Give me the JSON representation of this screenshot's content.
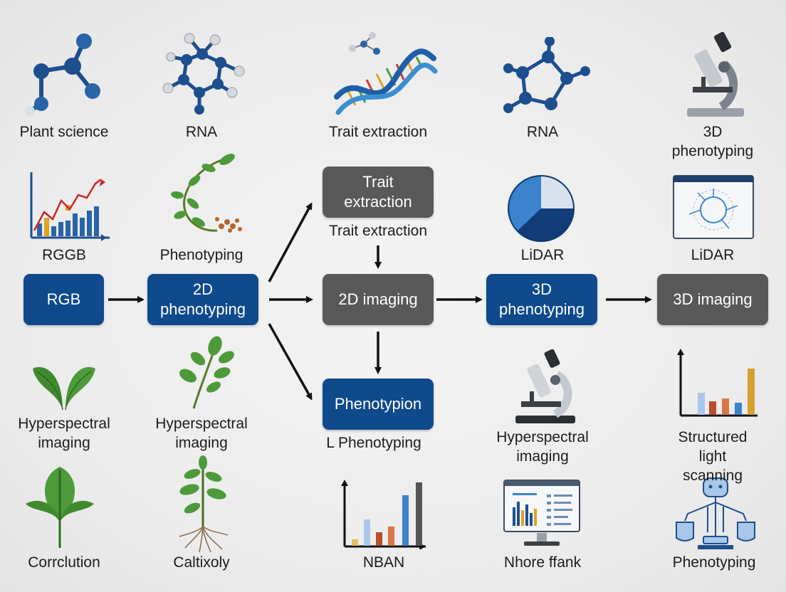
{
  "row1_labels": [
    "Plant science",
    "RNA",
    "Trait extraction",
    "RNA",
    "3D phenotyping"
  ],
  "row2_labels": [
    "RGGB",
    "Phenotyping",
    "Trait extraction",
    "LiDAR",
    "LiDAR"
  ],
  "row4_labels": [
    "Hyperspectral\nimaging",
    "Hyperspectral\nimaging",
    "L Phenotyping",
    "Hyperspectral\nimaging",
    "Structured light\nscanning"
  ],
  "row5_labels": [
    "Corrclution",
    "Caltixoly",
    "NBAN",
    "Nhore ffank",
    "Phenotyping"
  ],
  "flow_boxes": {
    "rgb": "RGB",
    "phenotyping_2d": "2D\nphenotyping",
    "trait_extraction": "Trait\nextraction",
    "imaging_2d": "2D imaging",
    "phenotypion": "Phenotypion",
    "phenotyping_3d": "3D\nphenotyping",
    "imaging_3d": "3D imaging"
  },
  "colors": {
    "blue_box": "#0f4a8c",
    "gray_box": "#595959",
    "arrow": "#111111",
    "molecule": "#1d4f8f",
    "leaf": "#3f8a2e"
  },
  "icons": [
    "molecule-icon",
    "ring-molecule-icon",
    "dna-helix-icon",
    "ring-molecule-icon",
    "microscope-icon",
    "growth-chart-icon",
    "vine-plant-icon",
    "pie-chart-icon",
    "monitor-diagram-icon",
    "leaf-pair-icon",
    "plant-sprig-icon",
    "microscope-icon",
    "bar-chart-icon",
    "leaf-icon",
    "seedling-roots-icon",
    "bar-chart-icon",
    "dashboard-monitor-icon",
    "scanner-robot-icon"
  ]
}
